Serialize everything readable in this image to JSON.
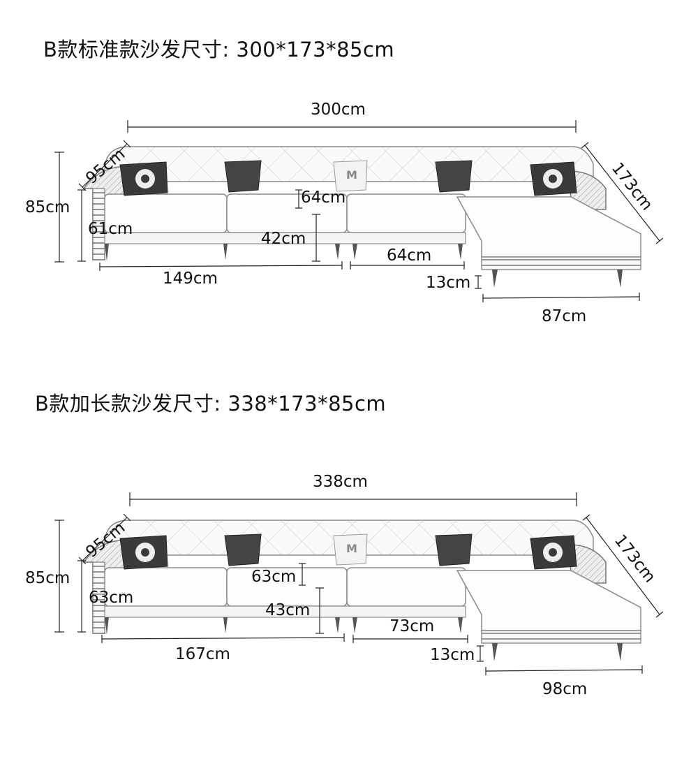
{
  "sections": [
    {
      "title": "B款标准款沙发尺寸: 300*173*85cm",
      "dims": {
        "width": "300cm",
        "depth": "95cm",
        "height": "85cm",
        "chaise_length": "173cm",
        "back_height": "64cm",
        "seat_height_total": "61cm",
        "seat_height": "42cm",
        "left_width": "149cm",
        "mid_width": "64cm",
        "leg_height": "13cm",
        "chaise_width": "87cm"
      }
    },
    {
      "title": "B款加长款沙发尺寸: 338*173*85cm",
      "dims": {
        "width": "338cm",
        "depth": "95cm",
        "height": "85cm",
        "chaise_length": "173cm",
        "back_height": "63cm",
        "seat_height_total": "63cm",
        "seat_height": "43cm",
        "left_width": "167cm",
        "mid_width": "73cm",
        "leg_height": "13cm",
        "chaise_width": "98cm"
      }
    }
  ],
  "colors": {
    "line": "#222222",
    "sofa_stroke": "#8a8a8a",
    "pillow": "#3a3a3a"
  }
}
